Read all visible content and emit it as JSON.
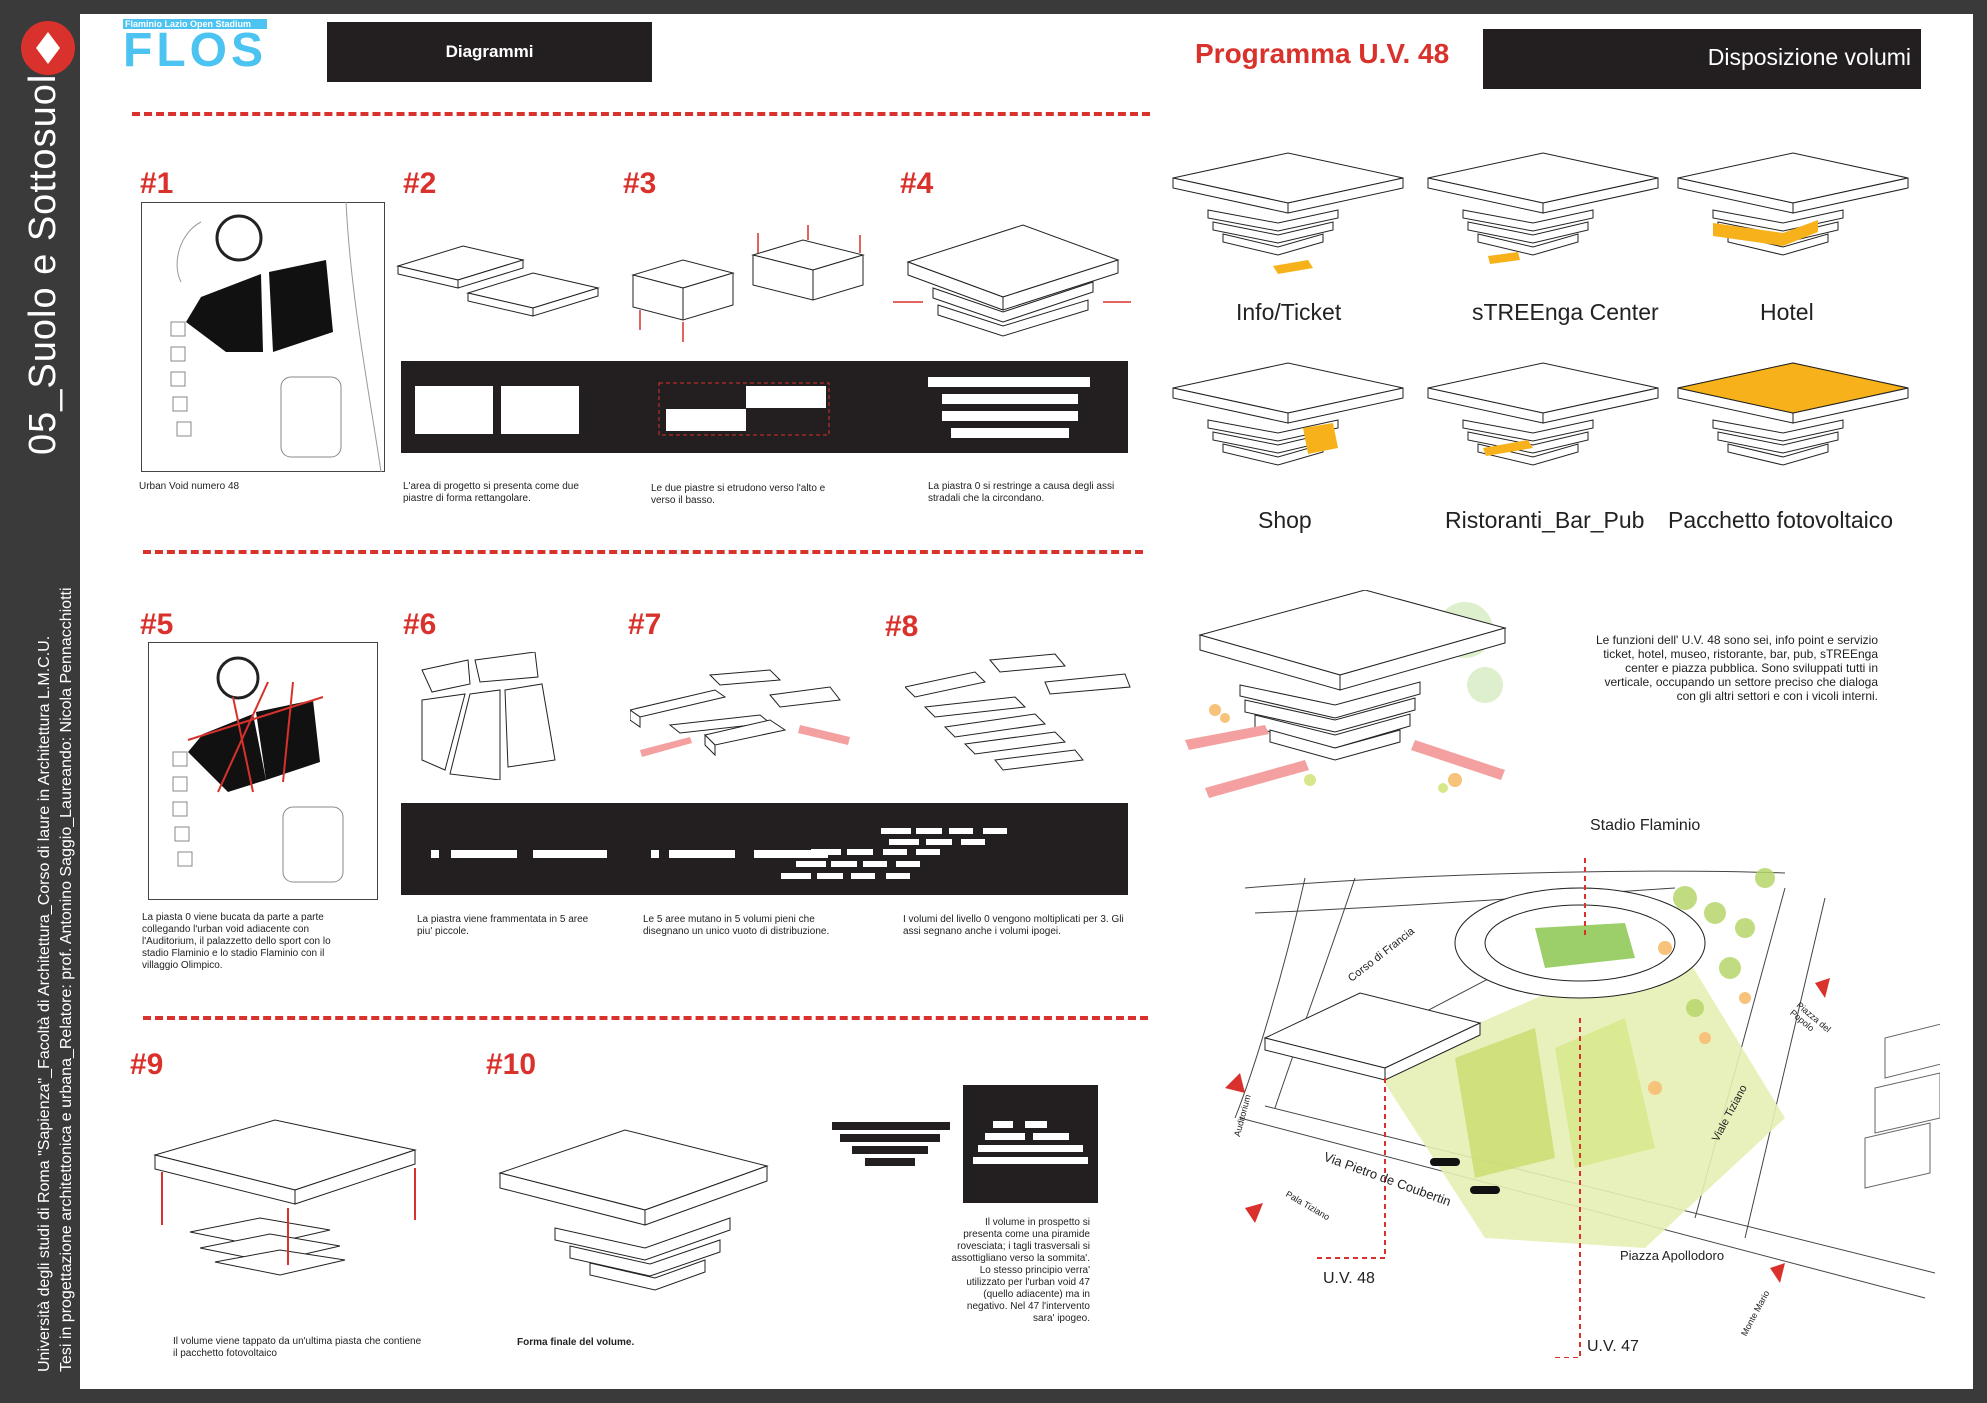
{
  "side": {
    "title": "05_Suolo e Sottosuolo",
    "line1": "Università degli studi di Roma \"Sapienza\"_Facoltà di Architettura_Corso di laure in Architettura L.M.C.U.",
    "line2": "Tesi in progettazione architettonica e urbana_Relatore: prof. Antonino Saggio_Laureando: Nicola Pennacchiotti"
  },
  "logo": {
    "subtitle": "Flaminio Lazio Open Stadium",
    "name": "FLOS"
  },
  "header": {
    "diagrammi": "Diagrammi",
    "programma": "Programma U.V. 48",
    "disposizione": "Disposizione volumi"
  },
  "steps": [
    {
      "num": "#1",
      "caption": "Urban Void numero 48"
    },
    {
      "num": "#2",
      "caption": "L'area di progetto si presenta come due piastre di forma rettangolare."
    },
    {
      "num": "#3",
      "caption": "Le due piastre si etrudono verso l'alto e verso il basso."
    },
    {
      "num": "#4",
      "caption": "La piastra 0 si restringe a causa degli assi stradali che la circondano."
    },
    {
      "num": "#5",
      "caption": "La piasta 0 viene bucata da parte a parte collegando l'urban void adiacente con l'Auditorium, il palazzetto dello sport con lo stadio Flaminio e lo stadio Flaminio con il villaggio Olimpico."
    },
    {
      "num": "#6",
      "caption": "La piastra viene frammentata in 5 aree piu' piccole."
    },
    {
      "num": "#7",
      "caption": "Le 5 aree mutano in 5 volumi pieni che disegnano un unico vuoto di distribuzione."
    },
    {
      "num": "#8",
      "caption": "I volumi del livello 0 vengono moltiplicati per 3. Gli assi segnano anche i volumi ipogei."
    },
    {
      "num": "#9",
      "caption": "Il volume viene tappato da un'ultima piasta che contiene il pacchetto fotovoltaico"
    },
    {
      "num": "#10",
      "caption": "Forma finale del volume."
    }
  ],
  "pyramid_text": "Il volume in prospetto si presenta come una piramide rovesciata; i tagli trasversali si assottigliano verso la sommita'. Lo stesso principio verra' utilizzato per l'urban void 47 (quello adiacente) ma in negativo. Nel 47 l'intervento sara' ipogeo.",
  "program": {
    "labels": [
      "Info/Ticket",
      "sTREEnga Center",
      "Hotel",
      "Shop",
      "Ristoranti_Bar_Pub",
      "Pacchetto fotovoltaico"
    ],
    "description": "Le funzioni dell' U.V. 48 sono sei, info point e servizio ticket, hotel, museo, ristorante, bar, pub, sTREEnga center e piazza pubblica. Sono sviluppati tutti in verticale, occupando un settore preciso che dialoga con gli altri settori e con i vicoli interni."
  },
  "map": {
    "stadio": "Stadio Flaminio",
    "uv48": "U.V. 48",
    "uv47": "U.V. 47",
    "corso": "Corso di Francia",
    "via": "Via Pietro de Coubertin",
    "viale": "Viale Tiziano",
    "apollodoro": "Piazza Apollodoro",
    "popolo": "Piazza del Popolo",
    "auditorium": "Auditorium",
    "pala": "Pala Tiziano",
    "monte": "Monte Mario"
  },
  "colors": {
    "accent": "#d9312b",
    "highlight": "#f7b21b",
    "dark": "#231f20",
    "logo": "#4cc3f1"
  }
}
